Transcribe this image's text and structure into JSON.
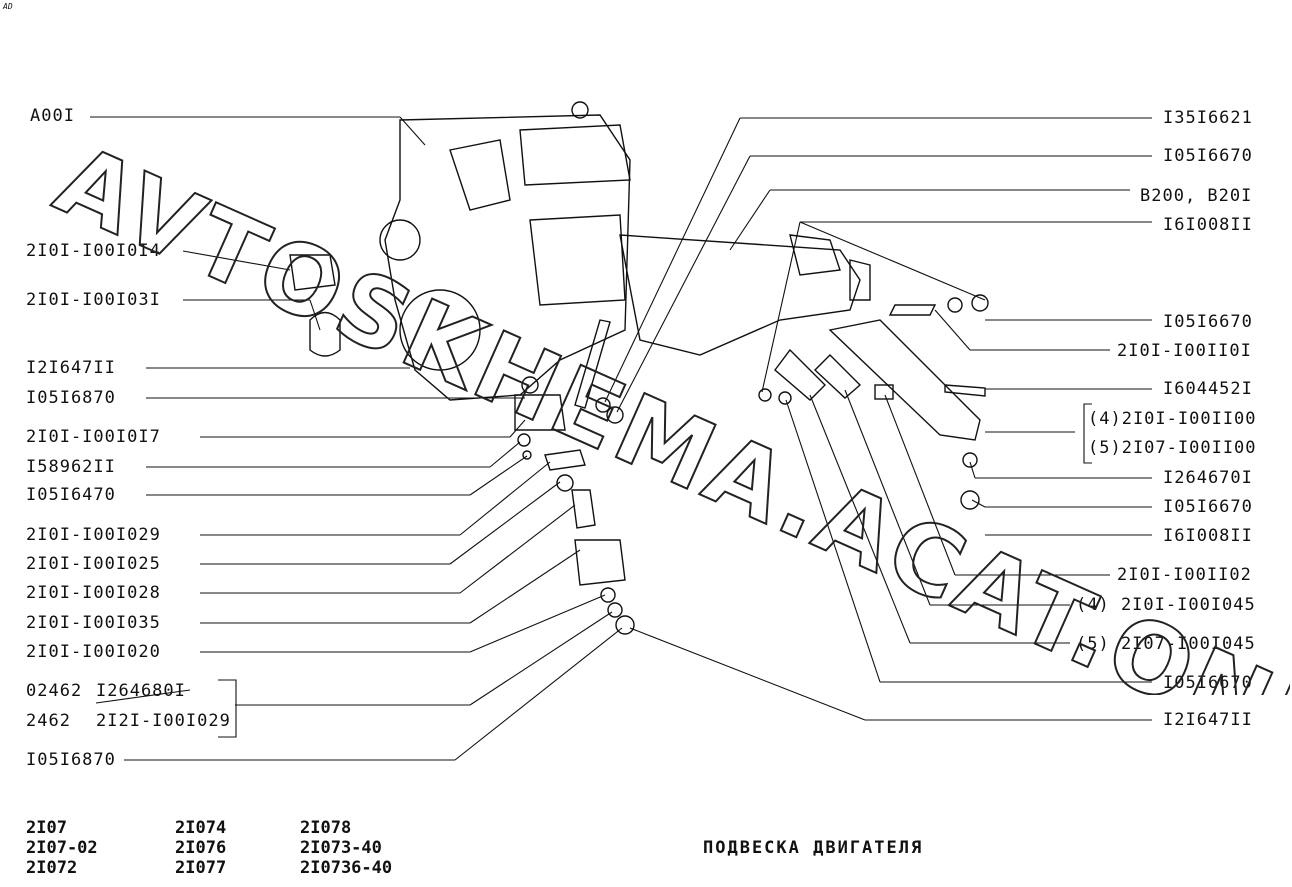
{
  "corner_mark": "AD",
  "left_labels": [
    {
      "id": "a001",
      "text": "A00I"
    },
    {
      "id": "l1014",
      "text": "2I0I-I00I0I4"
    },
    {
      "id": "l1031",
      "text": "2I0I-I00I03I"
    },
    {
      "id": "l12647a",
      "text": "I2I647II"
    },
    {
      "id": "l16870a",
      "text": "I05I6870"
    },
    {
      "id": "l1017",
      "text": "2I0I-I00I0I7"
    },
    {
      "id": "l58962",
      "text": "I58962II"
    },
    {
      "id": "l16470",
      "text": "I05I6470"
    },
    {
      "id": "l1029",
      "text": "2I0I-I00I029"
    },
    {
      "id": "l1025",
      "text": "2I0I-I00I025"
    },
    {
      "id": "l1028",
      "text": "2I0I-I00I028"
    },
    {
      "id": "l1035",
      "text": "2I0I-I00I035"
    },
    {
      "id": "l1020",
      "text": "2I0I-I00I020"
    },
    {
      "id": "l02462",
      "text": "02462"
    },
    {
      "id": "l126468",
      "text": "I264680I"
    },
    {
      "id": "l2462",
      "text": "2462"
    },
    {
      "id": "l2121",
      "text": "2I2I-I00I029"
    },
    {
      "id": "l16870b",
      "text": "I05I6870"
    }
  ],
  "right_labels": [
    {
      "id": "r13516",
      "text": "I35I6621"
    },
    {
      "id": "r16670a",
      "text": "I05I6670"
    },
    {
      "id": "rb200",
      "text": "B200, B20I"
    },
    {
      "id": "r16008a",
      "text": "I6I008II"
    },
    {
      "id": "r16670b",
      "text": "I05I6670"
    },
    {
      "id": "r1101",
      "text": "2I0I-I00II0I"
    },
    {
      "id": "r60445",
      "text": "I604452I"
    },
    {
      "id": "r1100",
      "text": "(4)2I0I-I00II00"
    },
    {
      "id": "r7100",
      "text": "(5)2I07-I00II00"
    },
    {
      "id": "r126467",
      "text": "I264670I"
    },
    {
      "id": "r16670c",
      "text": "I05I6670"
    },
    {
      "id": "r16008b",
      "text": "I6I008II"
    },
    {
      "id": "r1102",
      "text": "2I0I-I00II02"
    },
    {
      "id": "r1045",
      "text": "(4) 2I0I-I00I045"
    },
    {
      "id": "r7045",
      "text": "(5) 2I07-I00I045"
    },
    {
      "id": "r16670d",
      "text": "I05I6670"
    },
    {
      "id": "r12647",
      "text": "I2I647II"
    }
  ],
  "models": {
    "col1": [
      "2I07",
      "2I07-02",
      "2I072"
    ],
    "col2": [
      "2I074",
      "2I076",
      "2I077"
    ],
    "col3": [
      "2I078",
      "2I073-40",
      "2I0736-40"
    ]
  },
  "title": "ПОДВЕСКА  ДВИГАТЕЛЯ",
  "watermark": "AVTOSKHEMA.ACAT.ONLINE",
  "colors": {
    "ink": "#111111",
    "watermark_outline": "#222222"
  }
}
